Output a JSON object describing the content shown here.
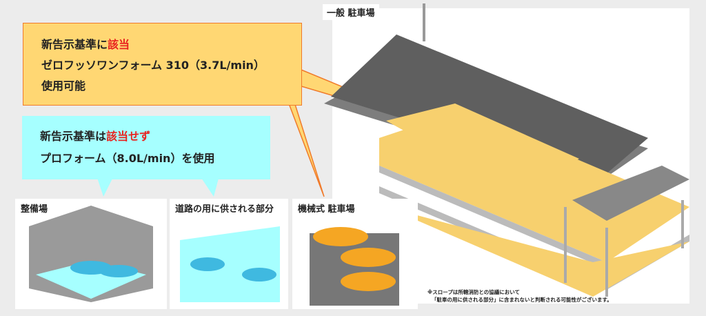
{
  "general_parking": {
    "title": "一般 駐車場"
  },
  "callout_applicable": {
    "line1_prefix": "新告示基準に",
    "line1_highlight": "該当",
    "line2": "ゼロフッソワンフォーム 310（3.7L/min）",
    "line3": "使用可能"
  },
  "callout_not_applicable": {
    "line1_prefix": "新告示基準は",
    "line1_highlight": "該当せず",
    "line2": "プロフォーム（8.0L/min）を使用"
  },
  "panels": [
    {
      "title": "整備場"
    },
    {
      "title": "道路の用に供される部分"
    },
    {
      "title": "機械式 駐車場"
    }
  ],
  "note": {
    "line1": "※スロープは所轄消防との協議において",
    "line2": "「駐車の用に供される部分」に含まれないと判断される可能性がございます。"
  },
  "colors": {
    "yellow": "#ffd773",
    "cyan": "#a6ffff",
    "red": "#e8231f",
    "orange_border": "#f07a2a"
  }
}
